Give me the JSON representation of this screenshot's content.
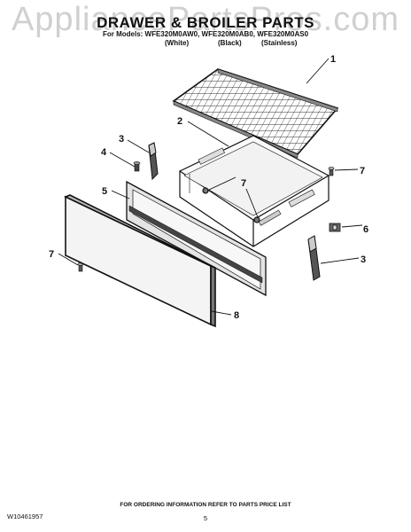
{
  "watermark": "AppliancePartsPros.com",
  "header": {
    "title": "DRAWER & BROILER PARTS",
    "models": "For Models: WFE320M0AW0, WFE320M0AB0, WFE320M0AS0",
    "variants": [
      "(White)",
      "(Black)",
      "(Stainless)"
    ]
  },
  "callouts": {
    "c1": "1",
    "c2": "2",
    "c3a": "3",
    "c3b": "3",
    "c4": "4",
    "c5": "5",
    "c6": "6",
    "c7a": "7",
    "c7b": "7",
    "c7c": "7",
    "c8": "8"
  },
  "footer": {
    "ordering": "FOR ORDERING INFORMATION REFER TO PARTS PRICE LIST",
    "doc_number": "W10461957",
    "page": "5"
  }
}
